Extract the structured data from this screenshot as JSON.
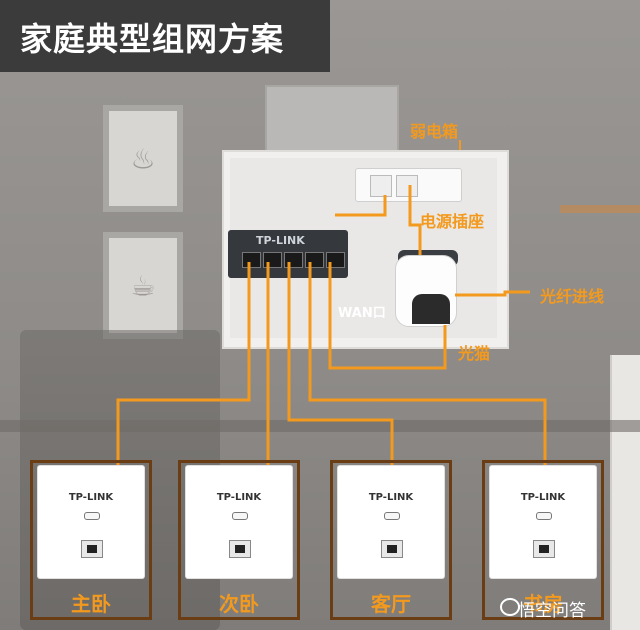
{
  "title": "家庭典型组网方案",
  "labels": {
    "weak_box": "弱电箱",
    "power_socket": "电源插座",
    "fiber_in": "光纤进线",
    "wan_port": "WAN口",
    "optical_modem": "光猫"
  },
  "switch_brand": "TP-LINK",
  "panel_brand": "TP-LINK",
  "rooms": [
    "主卧",
    "次卧",
    "客厅",
    "书房"
  ],
  "watermark": "悟空问答",
  "colors": {
    "accent_orange": "#f39a1e",
    "frame_brown": "#6b3d15",
    "title_bg": "#3b3b3b"
  }
}
